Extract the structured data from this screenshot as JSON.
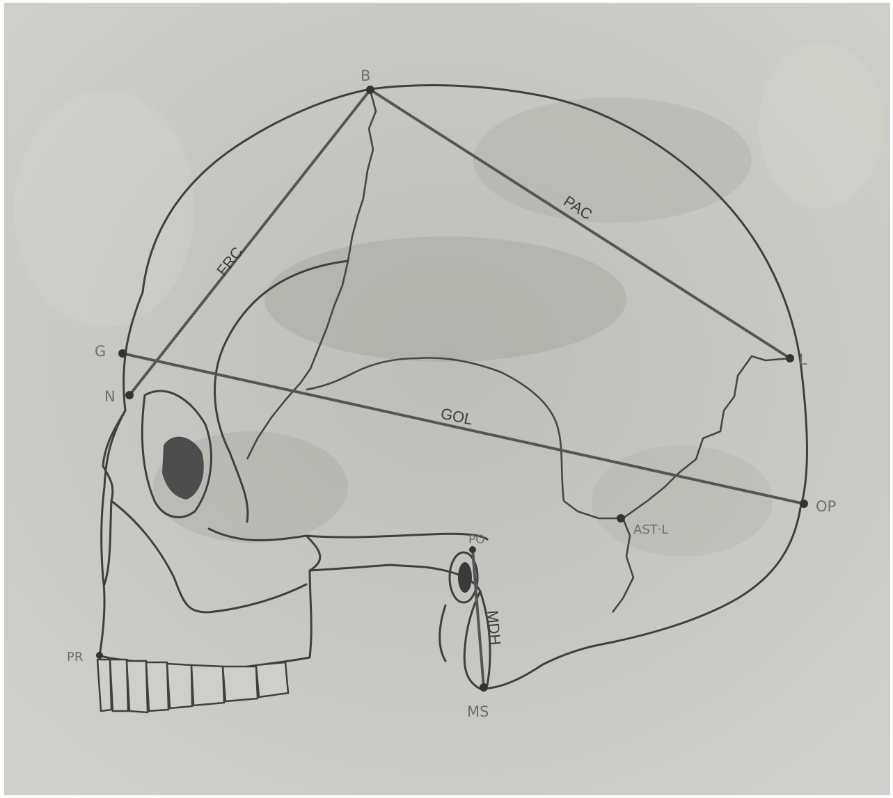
{
  "colors": {
    "paper": "#c6c6c2",
    "skull_fill": "#bdbdb8",
    "outline": "#3f3f3f",
    "measurement_line": "#555555",
    "label": "#6e6e6e"
  },
  "landmarks": {
    "B": "B",
    "G": "G",
    "N": "N",
    "L": "L",
    "OP": "OP",
    "PO": "PO",
    "MS": "MS",
    "PR": "PR",
    "AST_L": "AST·L"
  },
  "measurements": {
    "FRC": "FRC",
    "PAC": "PAC",
    "GOL": "GOL",
    "MDH": "MDH"
  }
}
